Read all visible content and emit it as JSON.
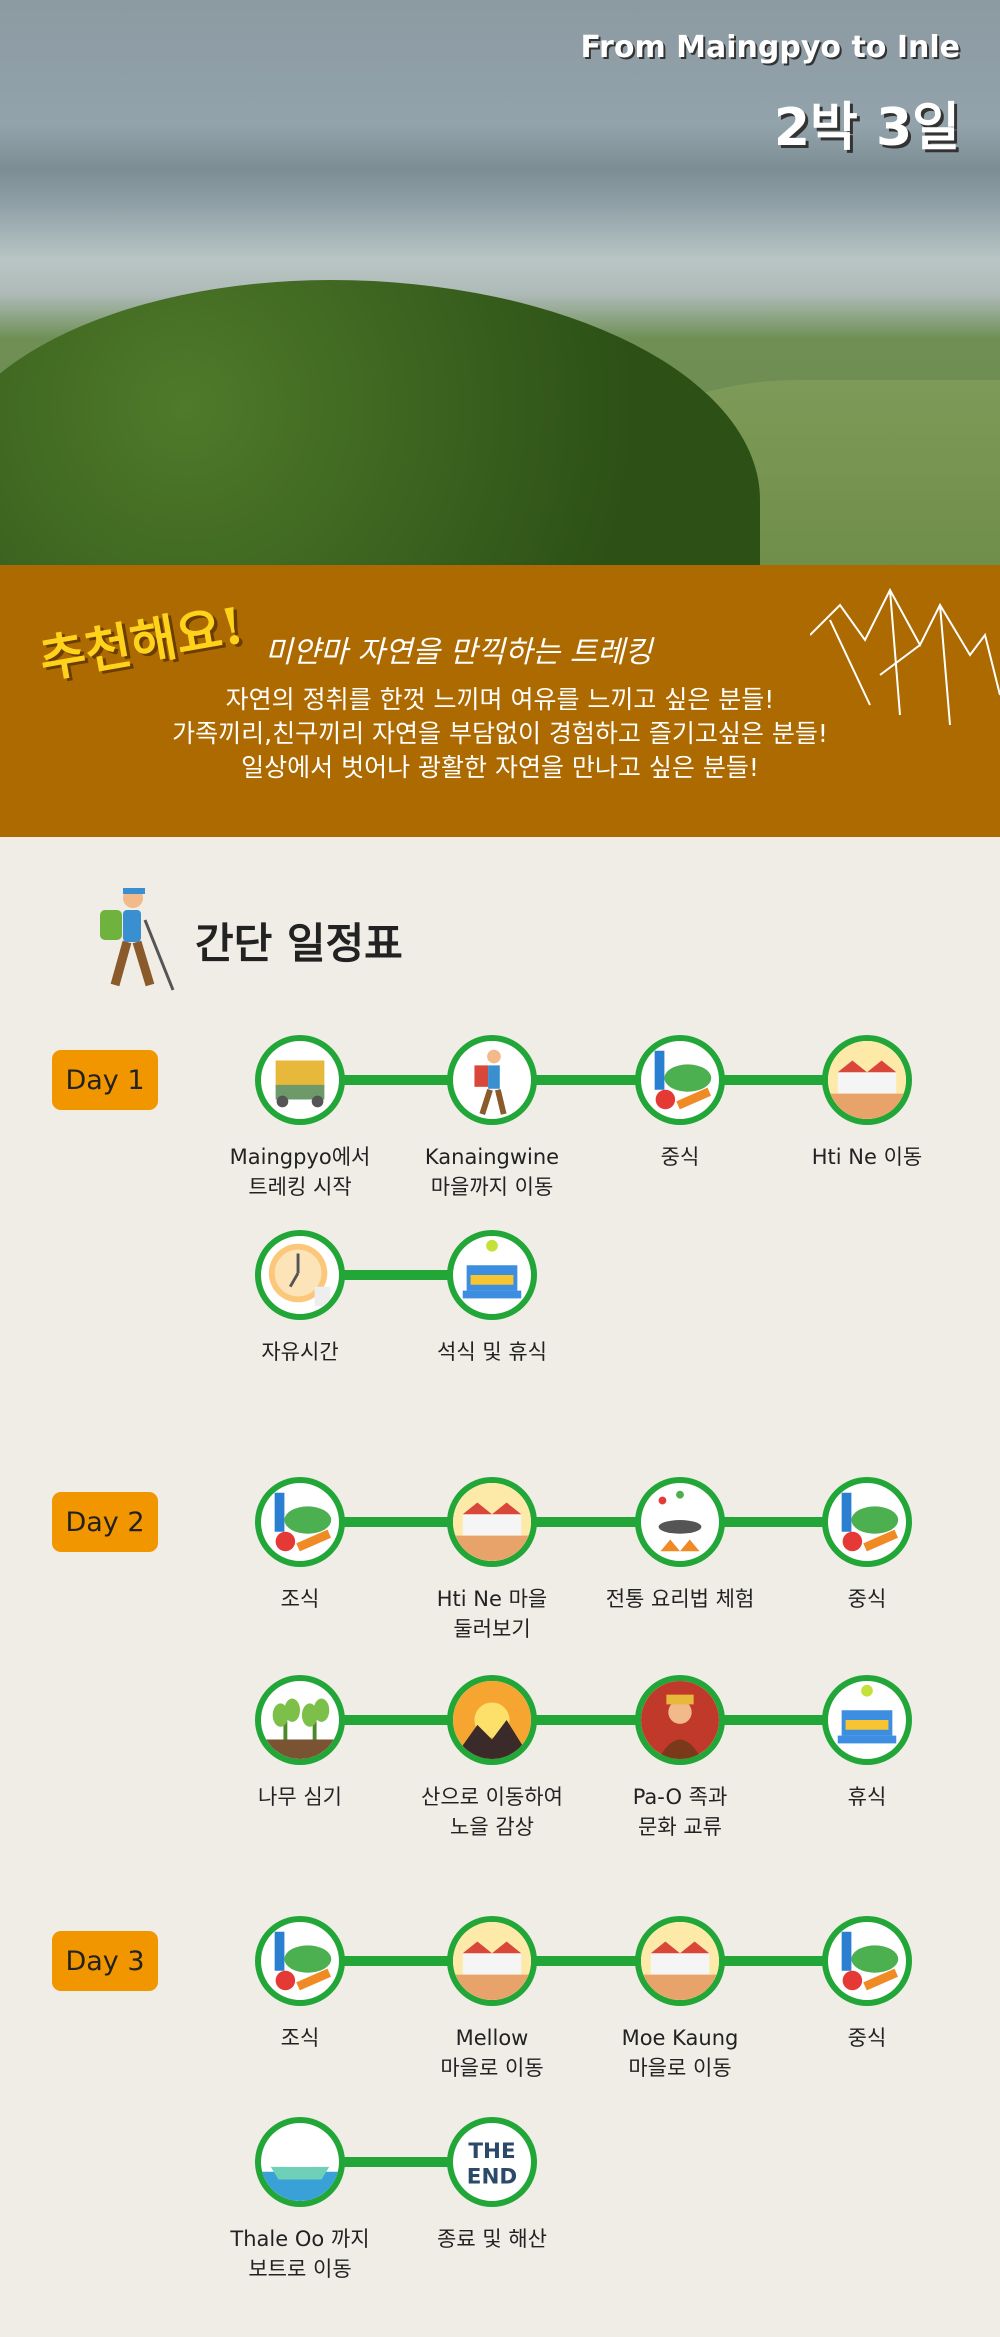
{
  "header": {
    "route": "From  Maingpyo to Inle",
    "duration": "2박 3일"
  },
  "banner": {
    "recommend": "추천해요!",
    "subtitle": "미얀마 자연을 만끽하는 트레킹",
    "lines": [
      "자연의 정취를 한껏 느끼며 여유를 느끼고 싶은 분들!",
      "가족끼리,친구끼리 자연을 부담없이 경험하고 즐기고싶은 분들!",
      "일상에서 벗어나 광활한 자연을 만나고 싶은 분들!"
    ]
  },
  "schedule_title": "간단 일정표",
  "colors": {
    "accent": "#22a638",
    "badge": "#f29600",
    "banner": "#ad6a00"
  },
  "days": [
    {
      "label": "Day 1",
      "rows": [
        [
          {
            "icon": "tuktuk",
            "text": "Maingpyo에서\n트레킹 시작"
          },
          {
            "icon": "hiker",
            "text": "Kanaingwine\n마을까지 이동"
          },
          {
            "icon": "food",
            "text": "중식"
          },
          {
            "icon": "village",
            "text": "Hti Ne 이동"
          }
        ],
        [
          {
            "icon": "clock",
            "text": "자유시간"
          },
          {
            "icon": "bed",
            "text": "석식 및 휴식"
          }
        ]
      ]
    },
    {
      "label": "Day 2",
      "rows": [
        [
          {
            "icon": "food",
            "text": "조식"
          },
          {
            "icon": "village",
            "text": "Hti Ne 마을\n둘러보기"
          },
          {
            "icon": "cooking",
            "text": "전통 요리법 체험"
          },
          {
            "icon": "food",
            "text": "중식"
          }
        ],
        [
          {
            "icon": "plant",
            "text": "나무 심기"
          },
          {
            "icon": "sunset",
            "text": "산으로 이동하여\n노을 감상"
          },
          {
            "icon": "person",
            "text": "Pa-O 족과\n문화 교류"
          },
          {
            "icon": "bed",
            "text": "휴식"
          }
        ]
      ]
    },
    {
      "label": "Day 3",
      "rows": [
        [
          {
            "icon": "food",
            "text": "조식"
          },
          {
            "icon": "village",
            "text": "Mellow\n마을로 이동"
          },
          {
            "icon": "village",
            "text": "Moe Kaung\n마을로 이동"
          },
          {
            "icon": "food",
            "text": "중식"
          }
        ],
        [
          {
            "icon": "boat",
            "text": "Thale Oo 까지\n보트로 이동"
          },
          {
            "icon": "the-end",
            "text": "종료 및 해산"
          }
        ]
      ]
    }
  ]
}
